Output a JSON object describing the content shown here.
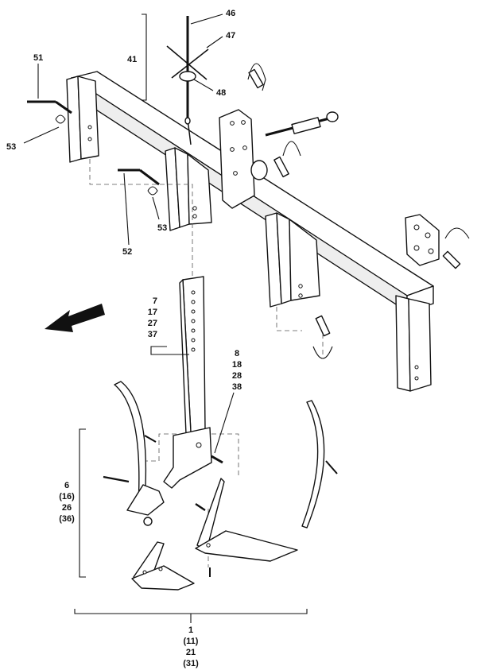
{
  "diagram": {
    "callouts": [
      {
        "id": "c46",
        "text": "46"
      },
      {
        "id": "c47",
        "text": "47"
      },
      {
        "id": "c41",
        "text": "41"
      },
      {
        "id": "c48",
        "text": "48"
      },
      {
        "id": "c51",
        "text": "51"
      },
      {
        "id": "c53a",
        "text": "53"
      },
      {
        "id": "c53b",
        "text": "53"
      },
      {
        "id": "c52",
        "text": "52"
      }
    ],
    "shank_label": [
      "7",
      "17",
      "27",
      "37"
    ],
    "pin_label": [
      "8",
      "18",
      "28",
      "38"
    ],
    "sweep_label": [
      "6",
      "(16)",
      "26",
      "(36)"
    ],
    "assembly_label": [
      "1",
      "(11)",
      "21",
      "(31)"
    ]
  }
}
